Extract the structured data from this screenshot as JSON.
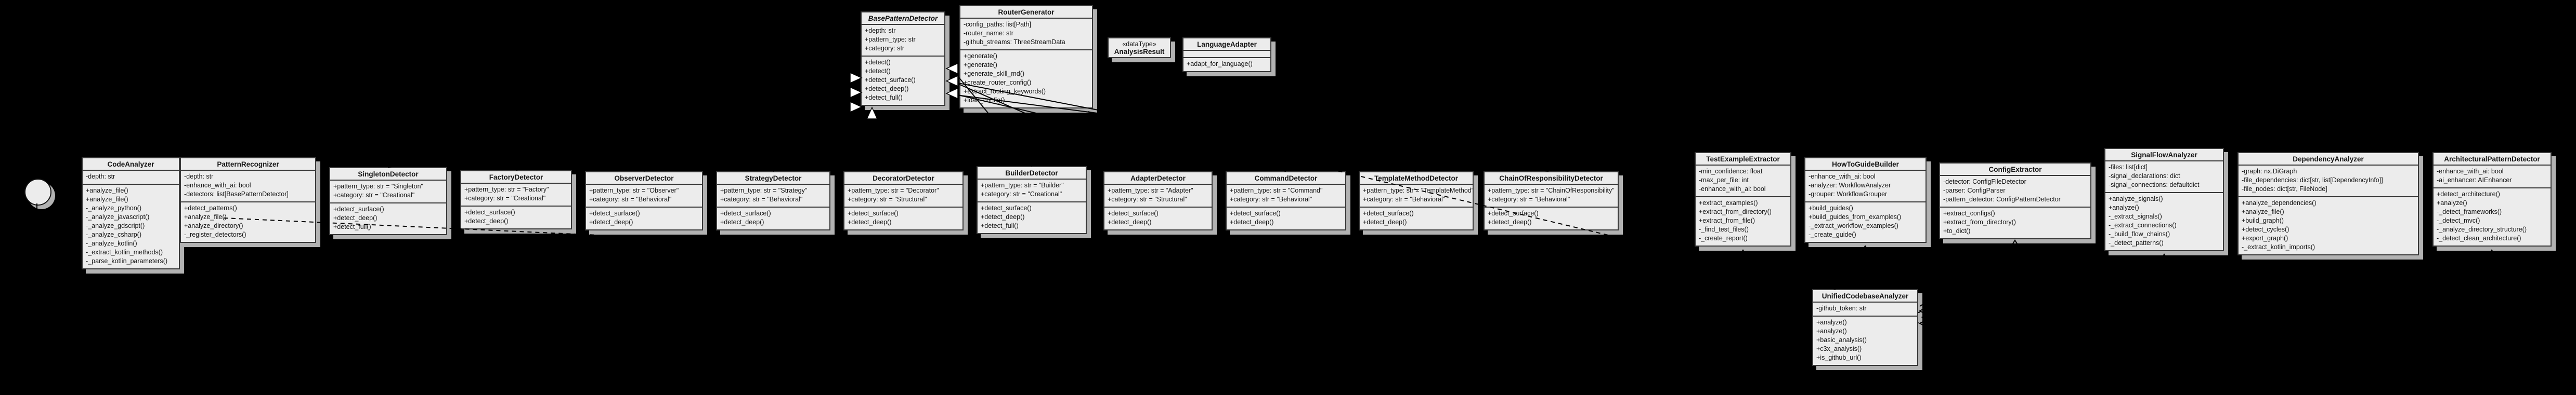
{
  "diagram": {
    "background": "#000000",
    "box_fill": "#ececec",
    "box_border": "#383838",
    "shadow_color": "#b2b2b2",
    "notation": "UML class diagram"
  },
  "classes": [
    {
      "id": "base_pattern_detector",
      "name": "BasePatternDetector",
      "abstract": true,
      "attributes": [
        "+depth: str",
        "+pattern_type: str",
        "+category: str"
      ],
      "methods": [
        "+detect()",
        "+detect()",
        "+detect_surface()",
        "+detect_deep()",
        "+detect_full()"
      ]
    },
    {
      "id": "router_generator",
      "name": "RouterGenerator",
      "attributes": [
        "-config_paths: list[Path]",
        "-router_name: str",
        "-github_streams: ThreeStreamData"
      ],
      "methods": [
        "+generate()",
        "+generate()",
        "+generate_skill_md()",
        "+create_router_config()",
        "+extract_routing_keywords()",
        "+load_config()"
      ]
    },
    {
      "id": "analysis_result",
      "name": "AnalysisResult",
      "stereotype": "«dataType»",
      "attributes": [],
      "methods": []
    },
    {
      "id": "language_adapter",
      "name": "LanguageAdapter",
      "force_attrs": true,
      "attributes": [],
      "methods": [
        "+adapt_for_language()"
      ]
    },
    {
      "id": "code_analyzer",
      "name": "CodeAnalyzer",
      "attributes": [
        "-depth: str"
      ],
      "methods": [
        "+analyze_file()",
        "+analyze_file()",
        "-_analyze_python()",
        "-_analyze_javascript()",
        "-_analyze_gdscript()",
        "-_analyze_csharp()",
        "-_analyze_kotlin()",
        "-_extract_kotlin_methods()",
        "-_parse_kotlin_parameters()"
      ]
    },
    {
      "id": "pattern_recognizer",
      "name": "PatternRecognizer",
      "attributes": [
        "-depth: str",
        "-enhance_with_ai: bool",
        "-detectors: list[BasePatternDetector]"
      ],
      "methods": [
        "+detect_patterns()",
        "+analyze_file()",
        "+analyze_directory()",
        "-_register_detectors()"
      ]
    },
    {
      "id": "singleton_detector",
      "name": "SingletonDetector",
      "attributes": [
        "+pattern_type: str = \"Singleton\"",
        "+category: str = \"Creational\""
      ],
      "methods": [
        "+detect_surface()",
        "+detect_deep()",
        "+detect_full()"
      ]
    },
    {
      "id": "factory_detector",
      "name": "FactoryDetector",
      "attributes": [
        "+pattern_type: str = \"Factory\"",
        "+category: str = \"Creational\""
      ],
      "methods": [
        "+detect_surface()",
        "+detect_deep()"
      ]
    },
    {
      "id": "observer_detector",
      "name": "ObserverDetector",
      "attributes": [
        "+pattern_type: str = \"Observer\"",
        "+category: str = \"Behavioral\""
      ],
      "methods": [
        "+detect_surface()",
        "+detect_deep()"
      ]
    },
    {
      "id": "strategy_detector",
      "name": "StrategyDetector",
      "attributes": [
        "+pattern_type: str = \"Strategy\"",
        "+category: str = \"Behavioral\""
      ],
      "methods": [
        "+detect_surface()",
        "+detect_deep()"
      ]
    },
    {
      "id": "decorator_detector",
      "name": "DecoratorDetector",
      "attributes": [
        "+pattern_type: str = \"Decorator\"",
        "+category: str = \"Structural\""
      ],
      "methods": [
        "+detect_surface()",
        "+detect_deep()"
      ]
    },
    {
      "id": "builder_detector",
      "name": "BuilderDetector",
      "attributes": [
        "+pattern_type: str = \"Builder\"",
        "+category: str = \"Creational\""
      ],
      "methods": [
        "+detect_surface()",
        "+detect_deep()",
        "+detect_full()"
      ]
    },
    {
      "id": "adapter_detector",
      "name": "AdapterDetector",
      "attributes": [
        "+pattern_type: str = \"Adapter\"",
        "+category: str = \"Structural\""
      ],
      "methods": [
        "+detect_surface()",
        "+detect_deep()"
      ]
    },
    {
      "id": "command_detector",
      "name": "CommandDetector",
      "attributes": [
        "+pattern_type: str = \"Command\"",
        "+category: str = \"Behavioral\""
      ],
      "methods": [
        "+detect_surface()",
        "+detect_deep()"
      ]
    },
    {
      "id": "template_method_detector",
      "name": "TemplateMethodDetector",
      "attributes": [
        "+pattern_type: str = \"TemplateMethod\"",
        "+category: str = \"Behavioral\""
      ],
      "methods": [
        "+detect_surface()",
        "+detect_deep()"
      ]
    },
    {
      "id": "chain_of_responsibility_detector",
      "name": "ChainOfResponsibilityDetector",
      "attributes": [
        "+pattern_type: str = \"ChainOfResponsibility\"",
        "+category: str = \"Behavioral\""
      ],
      "methods": [
        "+detect_surface()",
        "+detect_deep()"
      ]
    },
    {
      "id": "test_example_extractor",
      "name": "TestExampleExtractor",
      "attributes": [
        "-min_confidence: float",
        "-max_per_file: int",
        "-enhance_with_ai: bool"
      ],
      "methods": [
        "+extract_examples()",
        "+extract_from_directory()",
        "+extract_from_file()",
        "-_find_test_files()",
        "-_create_report()"
      ]
    },
    {
      "id": "how_to_guide_builder",
      "name": "HowToGuideBuilder",
      "attributes": [
        "-enhance_with_ai: bool",
        "-analyzer: WorkflowAnalyzer",
        "-grouper: WorkflowGrouper"
      ],
      "methods": [
        "+build_guides()",
        "+build_guides_from_examples()",
        "-_extract_workflow_examples()",
        "-_create_guide()"
      ]
    },
    {
      "id": "config_extractor",
      "name": "ConfigExtractor",
      "attributes": [
        "-detector: ConfigFileDetector",
        "-parser: ConfigParser",
        "-pattern_detector: ConfigPatternDetector"
      ],
      "methods": [
        "+extract_configs()",
        "+extract_from_directory()",
        "+to_dict()"
      ]
    },
    {
      "id": "signal_flow_analyzer",
      "name": "SignalFlowAnalyzer",
      "attributes": [
        "-files: list[dict]",
        "-signal_declarations: dict",
        "-signal_connections: defaultdict"
      ],
      "methods": [
        "+analyze_signals()",
        "+analyze()",
        "-_extract_signals()",
        "-_extract_connections()",
        "-_build_flow_chains()",
        "-_detect_patterns()"
      ]
    },
    {
      "id": "dependency_analyzer",
      "name": "DependencyAnalyzer",
      "attributes": [
        "-graph: nx.DiGraph",
        "-file_dependencies: dict[str, list[DependencyInfo]]",
        "-file_nodes: dict[str, FileNode]"
      ],
      "methods": [
        "+analyze_dependencies()",
        "+analyze_file()",
        "+build_graph()",
        "+detect_cycles()",
        "+export_graph()",
        "-_extract_kotlin_imports()"
      ]
    },
    {
      "id": "architectural_pattern_detector",
      "name": "ArchitecturalPatternDetector",
      "attributes": [
        "-enhance_with_ai: bool",
        "-ai_enhancer: AIEnhancer"
      ],
      "methods": [
        "+detect_architecture()",
        "+analyze()",
        "-_detect_frameworks()",
        "-_detect_mvc()",
        "-_analyze_directory_structure()",
        "-_detect_clean_architecture()"
      ]
    },
    {
      "id": "unified_codebase_analyzer",
      "name": "UnifiedCodebaseAnalyzer",
      "attributes": [
        "-github_token: str"
      ],
      "methods": [
        "+analyze()",
        "+analyze()",
        "+basic_analysis()",
        "+c3x_analysis()",
        "+is_github_url()"
      ]
    }
  ]
}
